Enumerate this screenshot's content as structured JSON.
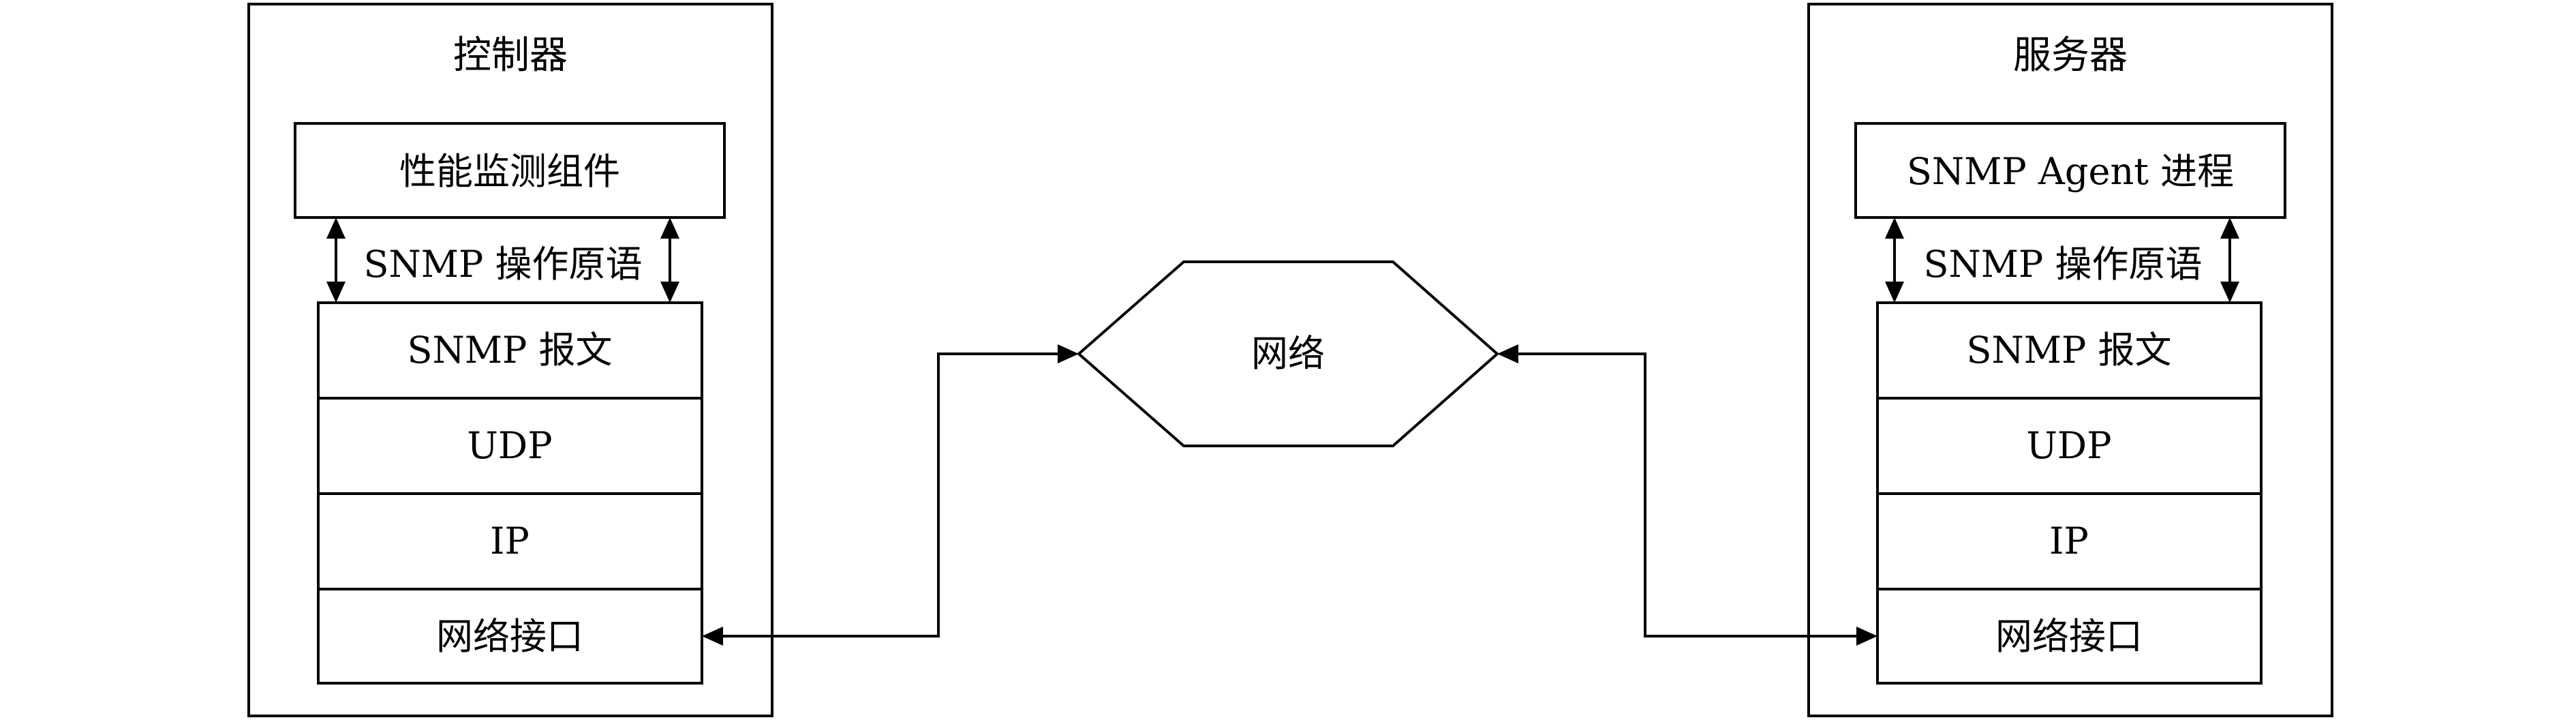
{
  "controller": {
    "title": "控制器",
    "component": "性能监测组件",
    "primitive_label": "SNMP 操作原语",
    "stack": [
      "SNMP 报文",
      "UDP",
      "IP",
      "网络接口"
    ]
  },
  "network": {
    "label": "网络"
  },
  "server": {
    "title": "服务器",
    "component": "SNMP Agent 进程",
    "primitive_label": "SNMP 操作原语",
    "stack": [
      "SNMP 报文",
      "UDP",
      "IP",
      "网络接口"
    ]
  }
}
